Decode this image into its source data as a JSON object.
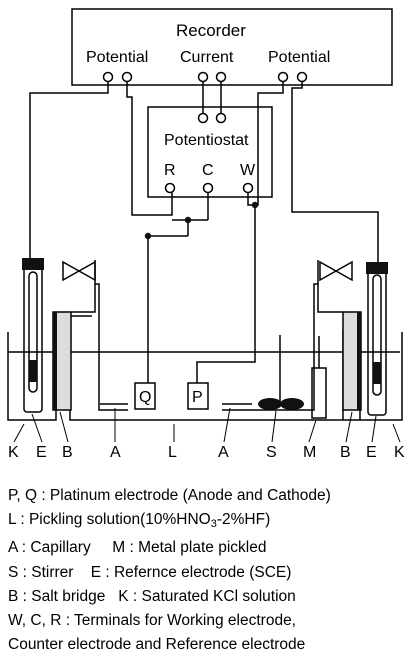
{
  "recorder": {
    "title": "Recorder",
    "potential_left": "Potential",
    "current": "Current",
    "potential_right": "Potential"
  },
  "potentiostat": {
    "title": "Potentiostat",
    "terminal_r": "R",
    "terminal_c": "C",
    "terminal_w": "W"
  },
  "electrodes": {
    "q": "Q",
    "p": "P"
  },
  "bottom_labels": {
    "k1": "K",
    "e1": "E",
    "b1": "B",
    "a1": "A",
    "l": "L",
    "a2": "A",
    "s": "S",
    "m": "M",
    "b2": "B",
    "e2": "E",
    "k2": "K"
  },
  "legend": {
    "line1": "P, Q : Platinum electrode (Anode and Cathode)",
    "line2_pre": "L : Pickling solution(10%HNO",
    "line2_sub": "3",
    "line2_post": "-2%HF)",
    "line3_a": "A : Capillary",
    "line3_b": "M : Metal plate pickled",
    "line4_a": "S : Stirrer",
    "line4_b": "E : Refernce electrode (SCE)",
    "line5_a": "B : Salt bridge",
    "line5_b": "K : Saturated KCl solution",
    "line6": "W, C, R : Terminals for Working electrode,",
    "line7": "Counter electrode and Reference electrode"
  }
}
